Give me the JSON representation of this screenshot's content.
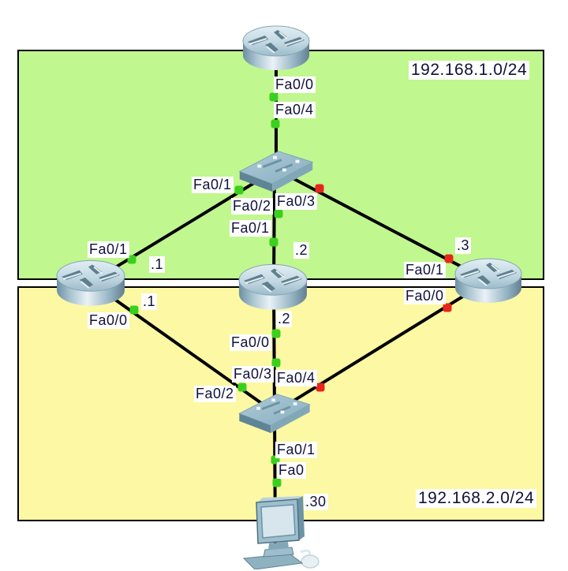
{
  "networks": [
    {
      "name": "lan-1",
      "label": "192.168.1.0/24",
      "color": "#c0f78f"
    },
    {
      "name": "lan-2",
      "label": "192.168.2.0/24",
      "color": "#fcf8a3"
    }
  ],
  "devices": [
    {
      "name": "router-top",
      "type": "router"
    },
    {
      "name": "switch-top",
      "type": "switch"
    },
    {
      "name": "router-left",
      "type": "router"
    },
    {
      "name": "router-middle",
      "type": "router"
    },
    {
      "name": "router-right",
      "type": "router"
    },
    {
      "name": "switch-bottom",
      "type": "switch"
    },
    {
      "name": "pc",
      "type": "pc"
    }
  ],
  "links": [
    {
      "from": "router-top Fa0/0",
      "to": "switch-top Fa0/4",
      "status": "up"
    },
    {
      "from": "switch-top Fa0/1",
      "to": "router-left Fa0/1",
      "status": "up"
    },
    {
      "from": "switch-top Fa0/2",
      "to": "router-middle Fa0/1",
      "status": "up"
    },
    {
      "from": "switch-top Fa0/3",
      "to": "router-right Fa0/1",
      "status": "down"
    },
    {
      "from": "router-left Fa0/0",
      "to": "switch-bottom Fa0/2",
      "status": "up"
    },
    {
      "from": "router-middle Fa0/0",
      "to": "switch-bottom Fa0/3",
      "status": "up"
    },
    {
      "from": "router-right Fa0/0",
      "to": "switch-bottom Fa0/4",
      "status": "down"
    },
    {
      "from": "switch-bottom Fa0/1",
      "to": "pc Fa0",
      "status": "up"
    }
  ],
  "status_colors": {
    "up": "#3bd01e",
    "down": "#e5261b"
  },
  "link_color": "#000000",
  "labels": {
    "fa00_router_top": "Fa0/0",
    "fa04_switch_top": "Fa0/4",
    "fa01_switch_top": "Fa0/1",
    "fa02_switch_top": "Fa0/2",
    "fa03_switch_top": "Fa0/3",
    "fa01_router_middle": "Fa0/1",
    "fa01_router_left": "Fa0/1",
    "ip_router_left_net1": ".1",
    "ip_router_middle_net1": ".2",
    "ip_router_right_net1": ".3",
    "fa01_router_right": "Fa0/1",
    "fa00_router_right": "Fa0/0",
    "ip_router_left_net2": ".1",
    "fa00_router_left": "Fa0/0",
    "ip_router_middle_net2": ".2",
    "fa00_router_middle": "Fa0/0",
    "fa03_switch_bottom": "Fa0/3",
    "fa04_switch_bottom": "Fa0/4",
    "fa02_switch_bottom": "Fa0/2",
    "fa01_switch_bottom": "Fa0/1",
    "fa0_pc": "Fa0",
    "ip_pc": ".30"
  }
}
